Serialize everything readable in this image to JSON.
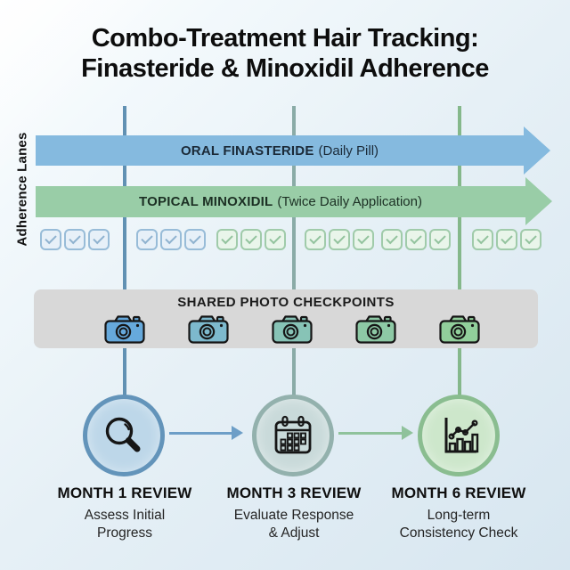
{
  "title": {
    "line1": "Combo-Treatment Hair Tracking:",
    "line2": "Finasteride & Minoxidil Adherence"
  },
  "side_label": "Adherence Lanes",
  "lanes": [
    {
      "label_bold": "ORAL FINASTERIDE",
      "label_detail": "(Daily Pill)",
      "arrow_color": "#85badf",
      "text_color": "#1b2a38"
    },
    {
      "label_bold": "TOPICAL MINOXIDIL",
      "label_detail": "(Twice Daily Application)",
      "arrow_color": "#99cda7",
      "text_color": "#1c3024"
    }
  ],
  "connectors": [
    {
      "color": "#6191b3"
    },
    {
      "color": "#8aaba7"
    },
    {
      "color": "#85b88b"
    }
  ],
  "checkbox_row": {
    "groups": [
      "blue",
      "blue",
      "green",
      "green",
      "green",
      "green"
    ],
    "boxes_per_group": 3,
    "palettes": {
      "blue": {
        "border": "#98bcd8",
        "fill": "#e7f0f8",
        "check": "#8fb2cf"
      },
      "green": {
        "border": "#a0cbaa",
        "fill": "#e9f5ea",
        "check": "#93c39e"
      }
    }
  },
  "photo_bar": {
    "label": "SHARED PHOTO CHECKPOINTS",
    "bar_color": "#d8d8d8",
    "camera_colors": [
      "#66a9dc",
      "#7db9cd",
      "#87c3b6",
      "#8dc9a5",
      "#91cf9b"
    ]
  },
  "flow_arrows": [
    {
      "color": "#6d9ec7"
    },
    {
      "color": "#8fc29b"
    }
  ],
  "milestones": [
    {
      "title": "MONTH 1 REVIEW",
      "desc_line1": "Assess Initial",
      "desc_line2": "Progress",
      "icon": "magnifier-icon",
      "circle_fill": "#bdd7e9",
      "circle_border": "#6394ba"
    },
    {
      "title": "MONTH 3 REVIEW",
      "desc_line1": "Evaluate Response",
      "desc_line2": "& Adjust",
      "icon": "calendar-icon",
      "circle_fill": "#c9dada",
      "circle_border": "#93b1ad"
    },
    {
      "title": "MONTH 6 REVIEW",
      "desc_line1": "Long-term",
      "desc_line2": "Consistency Check",
      "icon": "chart-icon",
      "circle_fill": "#cde7cb",
      "circle_border": "#8abd90"
    }
  ]
}
